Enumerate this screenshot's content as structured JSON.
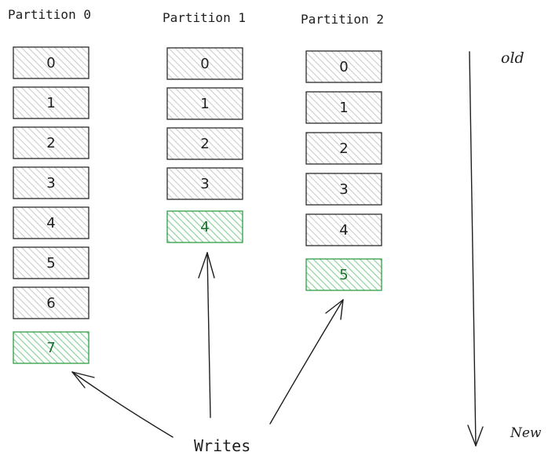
{
  "partitions": [
    {
      "title": "Partition 0",
      "offsets": [
        "0",
        "1",
        "2",
        "3",
        "4",
        "5",
        "6",
        "7"
      ],
      "new_index": 7
    },
    {
      "title": "Partition 1",
      "offsets": [
        "0",
        "1",
        "2",
        "3",
        "4"
      ],
      "new_index": 4
    },
    {
      "title": "Partition 2",
      "offsets": [
        "0",
        "1",
        "2",
        "3",
        "4",
        "5"
      ],
      "new_index": 5
    }
  ],
  "writes_label": "Writes",
  "axis": {
    "top_label": "old",
    "bottom_label": "New"
  },
  "colors": {
    "old_fill": "#d9d9d9",
    "old_stroke": "#2b2b2b",
    "new_fill": "#2f9e44",
    "new_stroke": "#2f9e44",
    "new_text": "#1b6e2d",
    "ink": "#1e1e1e"
  }
}
